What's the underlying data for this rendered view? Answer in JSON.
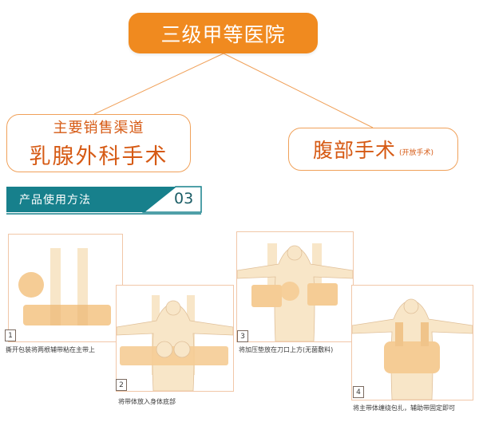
{
  "top": {
    "label": "三级甲等医院"
  },
  "branch_left": {
    "subtitle": "主要销售渠道",
    "title": "乳腺外科手术"
  },
  "branch_right": {
    "title": "腹部手术",
    "note": "(开放手术)"
  },
  "section": {
    "title": "产品使用方法",
    "number": "03"
  },
  "steps": [
    {
      "num": "1",
      "caption": "撕开包装将两根辅带粘在主带上"
    },
    {
      "num": "2",
      "caption": "将带体放入身体底部"
    },
    {
      "num": "3",
      "caption": "将加压垫放在刀口上方(无菌敷料)"
    },
    {
      "num": "4",
      "caption": "将主带体缠绕包扎，辅助带固定即可"
    }
  ],
  "colors": {
    "orange": "#f08a1f",
    "teal": "#17808c",
    "skin": "#f8e6c8",
    "pad": "#f5cc95"
  }
}
